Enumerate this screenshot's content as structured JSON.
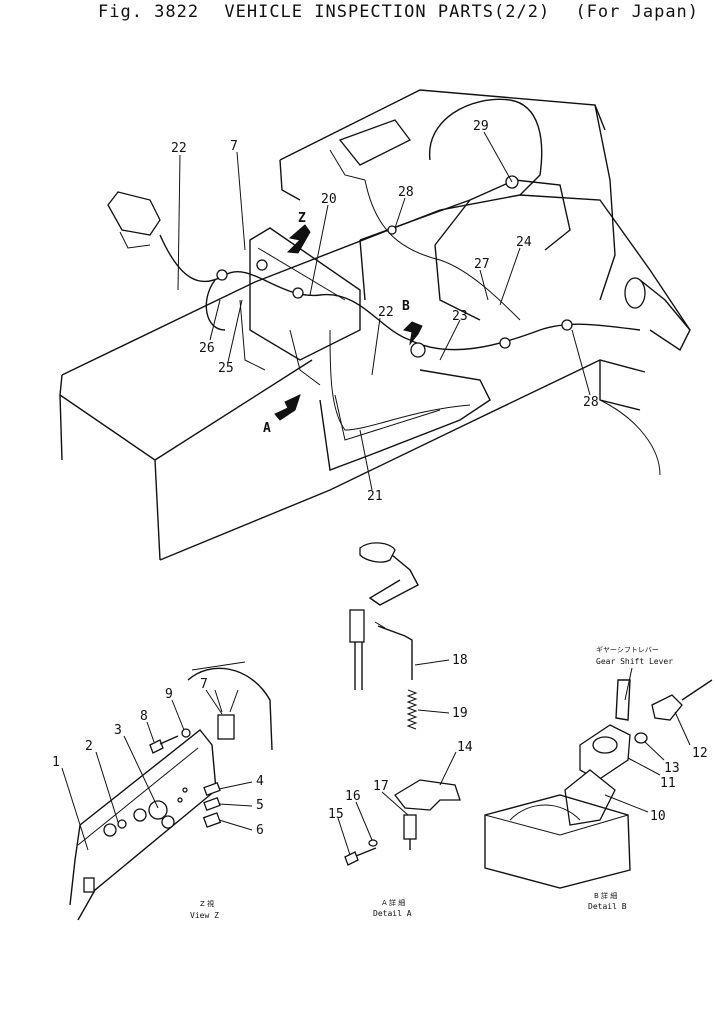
{
  "header": {
    "fig": "Fig. 3822",
    "title": "VEHICLE INSPECTION PARTS(2/2)",
    "region": "(For Japan)"
  },
  "views": {
    "z_jp": "Z 視",
    "z": "View Z",
    "a_jp": "A 詳 細",
    "a": "Detail A",
    "b_jp": "B 詳 細",
    "b": "Detail B"
  },
  "gear_shift": {
    "jp": "ギヤーシフトレバー",
    "en": "Gear Shift Lever"
  },
  "markers": {
    "z": "Z",
    "a": "A",
    "b": "B"
  },
  "parts": [
    "1",
    "2",
    "3",
    "4",
    "5",
    "6",
    "7",
    "8",
    "9",
    "10",
    "11",
    "12",
    "13",
    "14",
    "15",
    "16",
    "17",
    "18",
    "19",
    "20",
    "21",
    "22",
    "23",
    "24",
    "25",
    "26",
    "27",
    "28",
    "29"
  ],
  "callouts": {
    "n22a": "22",
    "n7": "7",
    "n20": "20",
    "n29": "29",
    "n28a": "28",
    "n24": "24",
    "n27": "27",
    "n22b": "22",
    "n23": "23",
    "n26": "26",
    "n25": "25",
    "n28b": "28",
    "n21": "21",
    "n18": "18",
    "n19": "19",
    "n14": "14",
    "n16": "16",
    "n17": "17",
    "n15": "15",
    "n12": "12",
    "n13": "13",
    "n11": "11",
    "n10": "10",
    "n1": "1",
    "n2": "2",
    "n3": "3",
    "n4": "4",
    "n5": "5",
    "n6": "6",
    "n8": "8",
    "n9": "9",
    "n7b": "7"
  }
}
